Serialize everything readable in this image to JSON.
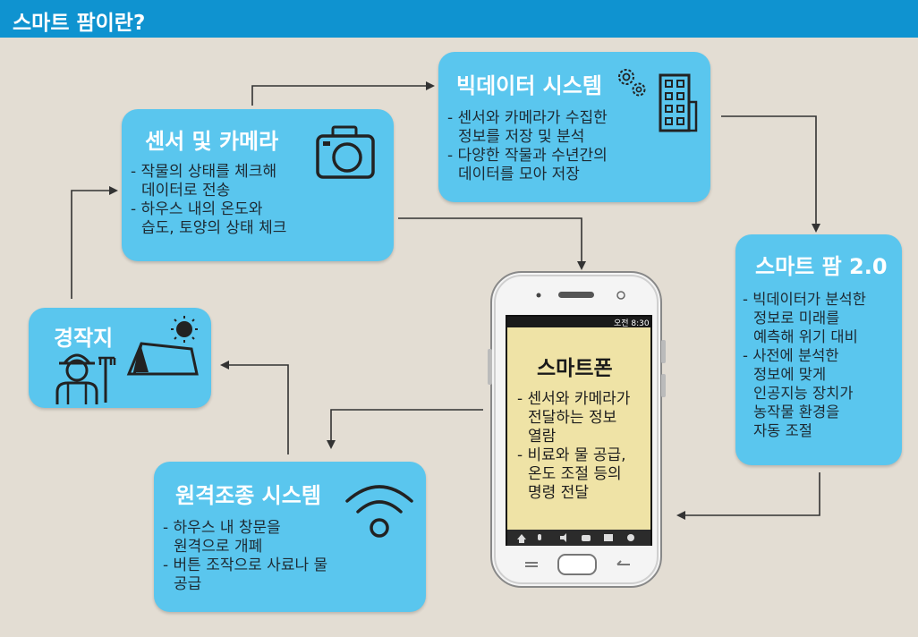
{
  "header": {
    "title": "스마트 팜이란?"
  },
  "sensor": {
    "title": "센서 및 카메라",
    "lines": [
      "- 작물의 상태를 체크해",
      "데이터로 전송",
      "- 하우스 내의 온도와",
      "습도, 토양의 상태 체크"
    ]
  },
  "bigdata": {
    "title": "빅데이터 시스템",
    "lines": [
      "- 센서와 카메라가 수집한",
      "정보를 저장 및 분석",
      "- 다양한 작물과 수년간의",
      "데이터를 모아 저장"
    ]
  },
  "smartfarm": {
    "title": "스마트 팜 2.0",
    "lines": [
      "- 빅데이터가 분석한",
      "정보로 미래를",
      "예측해 위기 대비",
      "- 사전에 분석한",
      "정보에 맞게",
      "인공지능 장치가",
      "농작물 환경을",
      "자동 조절"
    ]
  },
  "field": {
    "title": "경작지"
  },
  "remote": {
    "title": "원격조종 시스템",
    "lines": [
      "- 하우스 내 창문을",
      "원격으로 개폐",
      "- 버튼 조작으로 사료나 물",
      "공급"
    ]
  },
  "phone": {
    "status_time": "오전 8:30",
    "title": "스마트폰",
    "lines": [
      "- 센서와 카메라가",
      "전달하는 정보",
      "열람",
      "- 비료와 물 공급,",
      "온도 조절 등의",
      "명령 전달"
    ]
  },
  "colors": {
    "box": "#5ac6ee",
    "header": "#0f93d0",
    "background": "#e3ddd3",
    "screen": "#efe3a6",
    "arrow": "#333333"
  }
}
